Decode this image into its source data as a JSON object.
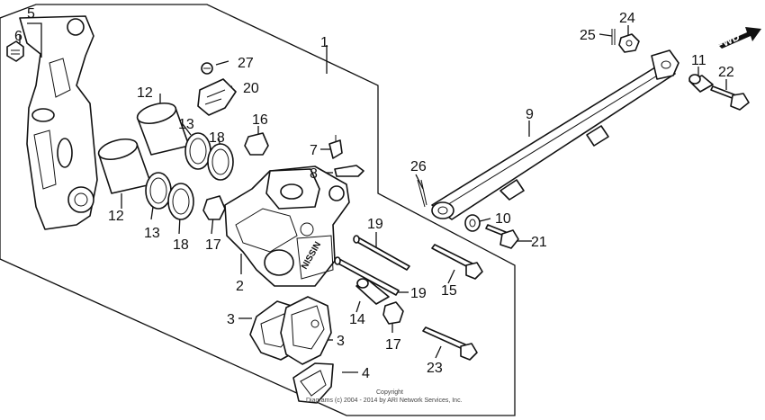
{
  "labels": {
    "p1": "1",
    "p2": "2",
    "p3a": "3",
    "p3b": "3",
    "p4": "4",
    "p5": "5",
    "p6": "6",
    "p7": "7",
    "p8": "8",
    "p9": "9",
    "p10": "10",
    "p11": "11",
    "p12a": "12",
    "p12b": "12",
    "p13a": "13",
    "p13b": "13",
    "p14": "14",
    "p15": "15",
    "p16": "16",
    "p17a": "17",
    "p17b": "17",
    "p18a": "18",
    "p18b": "18",
    "p19a": "19",
    "p19b": "19",
    "p20": "20",
    "p21": "21",
    "p22": "22",
    "p23": "23",
    "p24": "24",
    "p25": "25",
    "p26": "26",
    "p27": "27"
  },
  "fwd_label": "FWD",
  "caliper_brand": "NISSIN",
  "copyright": {
    "line1": "Copyright",
    "line2": "Diagrams (c) 2004 - 2014 by ARI Network Services, Inc."
  }
}
